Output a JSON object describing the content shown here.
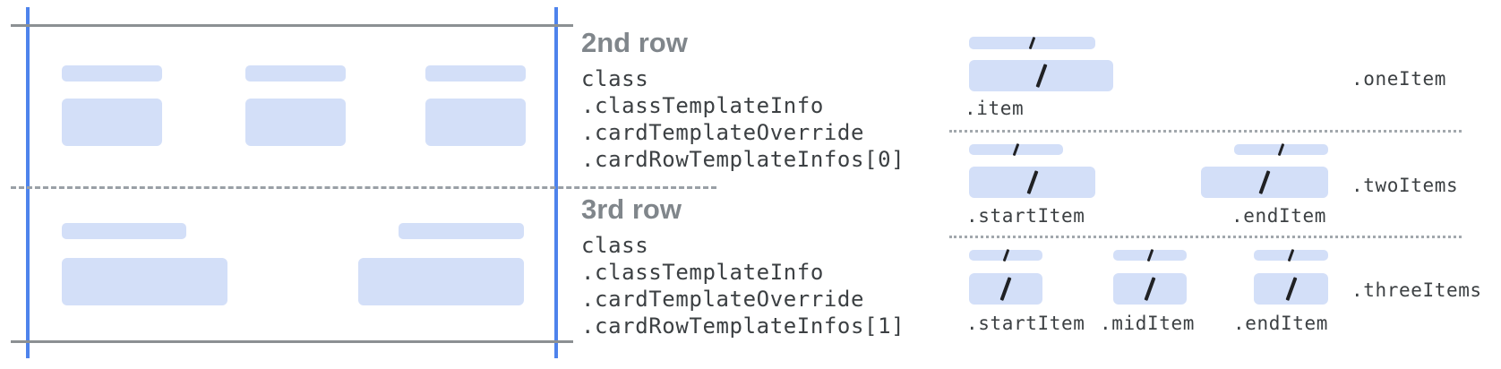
{
  "palette": {
    "guide_blue": "#4e83ec",
    "placeholder_blue": "#d3dff8",
    "frame_line_gray": "#8c9093",
    "dashed_line_gray": "#9aa0a6",
    "heading_gray": "#80868b",
    "code_text": "#3c4043",
    "slash_black": "#202124"
  },
  "icons": {
    "slash": "/"
  },
  "middle": {
    "sections": [
      {
        "heading": "2nd row",
        "lines": [
          "class",
          ".classTemplateInfo",
          ".cardTemplateOverride",
          ".cardRowTemplateInfos[0]"
        ]
      },
      {
        "heading": "3rd row",
        "lines": [
          "class",
          ".classTemplateInfo",
          ".cardTemplateOverride",
          ".cardRowTemplateInfos[1]"
        ]
      }
    ]
  },
  "right": {
    "rows": [
      {
        "variant": ".oneItem",
        "item_labels": [
          ".item"
        ]
      },
      {
        "variant": ".twoItems",
        "item_labels": [
          ".startItem",
          ".endItem"
        ]
      },
      {
        "variant": ".threeItems",
        "item_labels": [
          ".startItem",
          ".midItem",
          ".endItem"
        ]
      }
    ]
  }
}
